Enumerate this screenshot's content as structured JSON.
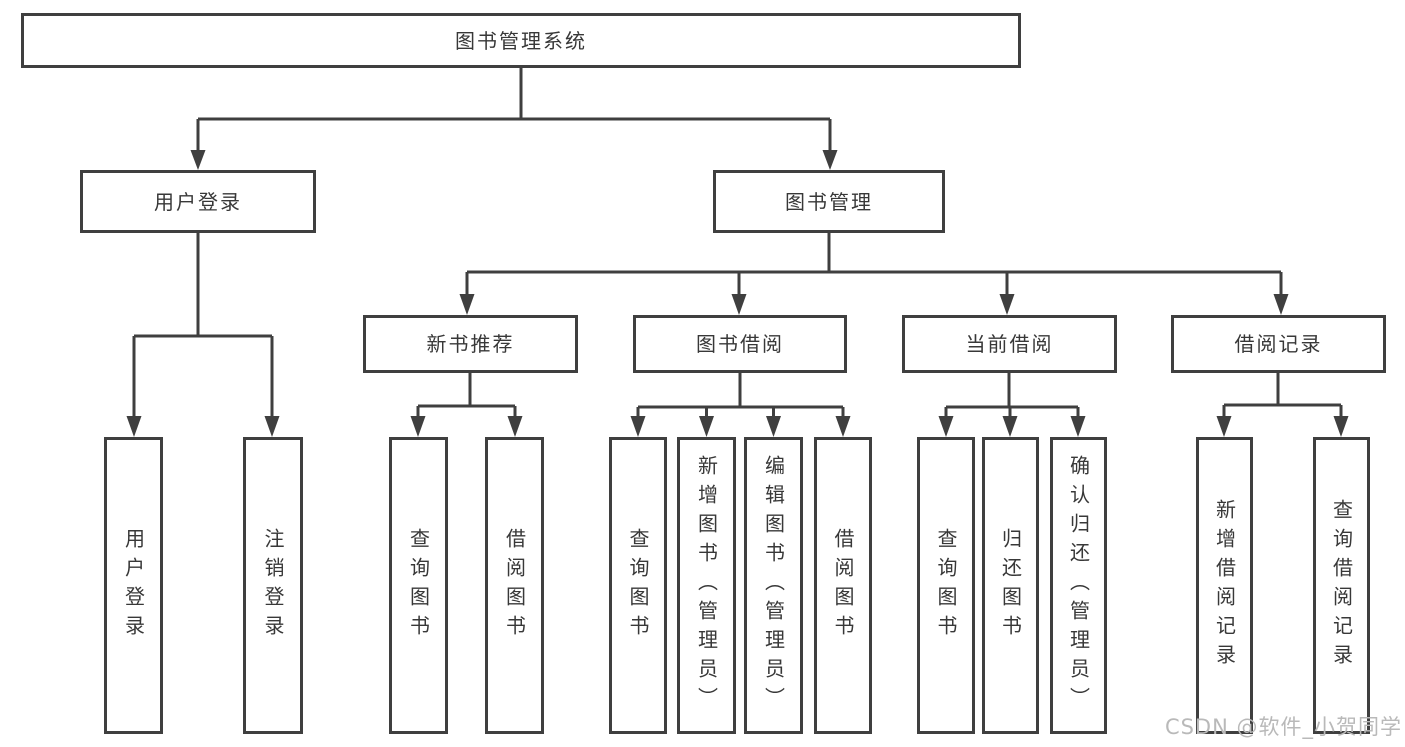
{
  "diagram": {
    "title": "图书管理系统",
    "root": "图书管理系统",
    "level2": [
      "用户登录",
      "图书管理"
    ],
    "level3": [
      "新书推荐",
      "图书借阅",
      "当前借阅",
      "借阅记录"
    ],
    "leaves": {
      "login": [
        "用户登录",
        "注销登录"
      ],
      "recommend": [
        "查询图书",
        "借阅图书"
      ],
      "borrow": [
        "查询图书",
        "新增图书（管理员）",
        "编辑图书（管理员）",
        "借阅图书"
      ],
      "current": [
        "查询图书",
        "归还图书",
        "确认归还（管理员）"
      ],
      "records": [
        "新增借阅记录",
        "查询借阅记录"
      ]
    }
  },
  "watermark": "CSDN @软件_小贺同学",
  "colors": {
    "line": "#3f3f3f",
    "text": "#383838",
    "watermark": "#b9b9b9",
    "background": "#ffffff"
  }
}
